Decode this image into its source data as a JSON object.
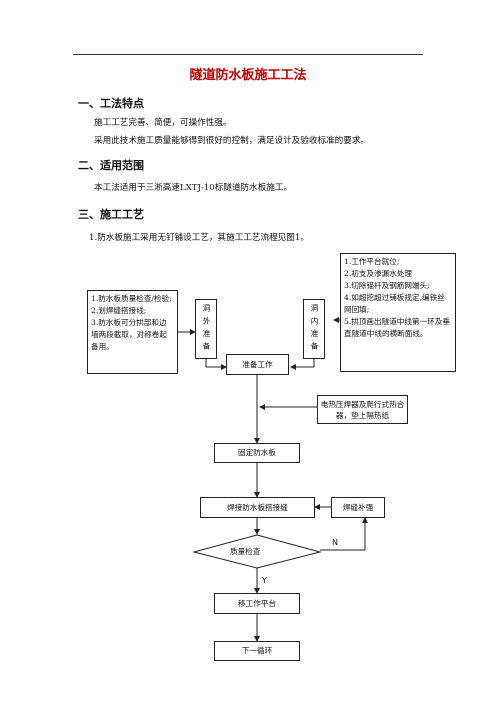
{
  "title": "隧道防水板施工工法",
  "section1": {
    "heading": "一、工法特点",
    "lines": [
      "施工工艺完善、简便，可操作性强。",
      "采用此技术施工质量能够得到很好的控制，满足设计及验收标准的要求。"
    ]
  },
  "section2": {
    "heading": "二、适用范围",
    "lines": [
      "本工法适用于三淅高速LXTJ-10标隧道防水板施工。"
    ]
  },
  "section3": {
    "heading": "三、施工工艺",
    "item1": "1.防水板施工采用无钉铺设工艺，其施工工艺流程见图1。"
  },
  "flow": {
    "left_notes": [
      "1.防水板质量检查/检验;",
      "2.划焊缝搭接线;",
      "3.防水板可分拱部和边墙两段截取，对称卷起备用。"
    ],
    "outside_prep": "洞外准备",
    "inside_prep": "洞内准备",
    "right_notes": [
      "1.工作平台就位;",
      "2.初支及渗漏水处理",
      "3.切除锚杆及钢筋网端头;",
      "4.如超挖超过铺板规定,编铁丝网回填;",
      "5.拱顶画出隧道中线第一环及垂直隧道中线的横断面线。"
    ],
    "prep_work": "准备工作",
    "equipment": "电热压焊器及爬行式热合器，垫上隔热纸",
    "fix_board": "固定防水板",
    "weld_seam": "焊接防水板搭接缝",
    "weld_repair": "焊缝补强",
    "quality_check": "质量检查",
    "no_label": "N",
    "yes_label": "Y",
    "move_platform": "移工作平台",
    "next_cycle": "下一循环"
  }
}
